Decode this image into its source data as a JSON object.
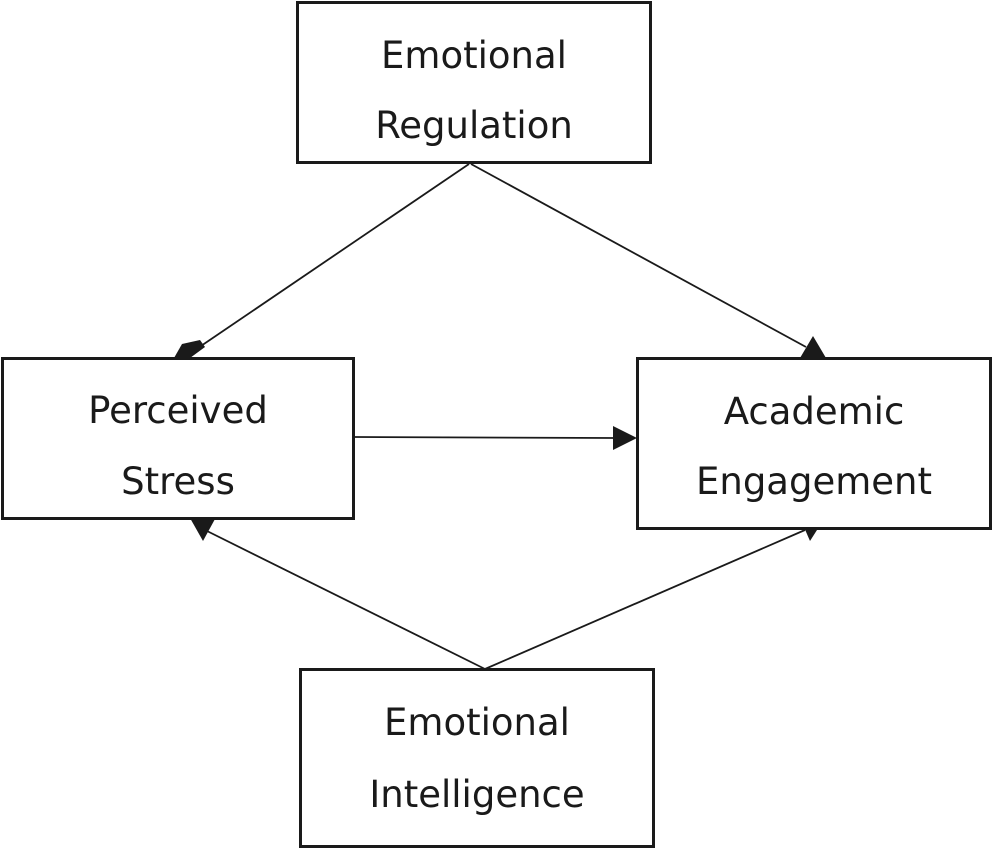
{
  "nodes": {
    "emotional_regulation": {
      "line1": "Emotional",
      "line2": "Regulation"
    },
    "perceived_stress": {
      "line1": "Perceived",
      "line2": "Stress"
    },
    "academic_engagement": {
      "line1": "Academic",
      "line2": "Engagement"
    },
    "emotional_intelligence": {
      "line1": "Emotional",
      "line2": "Intelligence"
    }
  },
  "edges": [
    {
      "from": "emotional_regulation",
      "to": "perceived_stress"
    },
    {
      "from": "emotional_regulation",
      "to": "academic_engagement"
    },
    {
      "from": "perceived_stress",
      "to": "academic_engagement"
    },
    {
      "from": "emotional_intelligence",
      "to": "perceived_stress"
    },
    {
      "from": "emotional_intelligence",
      "to": "academic_engagement"
    }
  ]
}
